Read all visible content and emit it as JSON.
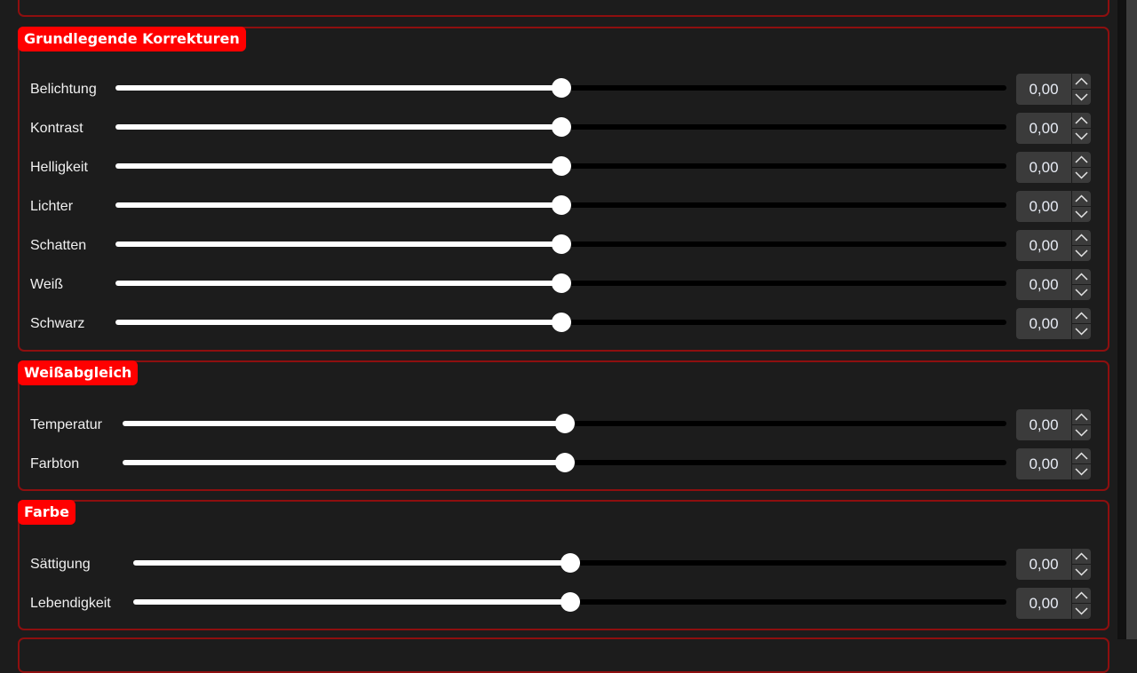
{
  "sections": [
    {
      "title": "Grundlegende Korrekturen",
      "rows": [
        {
          "label": "Belichtung",
          "value": "0,00"
        },
        {
          "label": "Kontrast",
          "value": "0,00"
        },
        {
          "label": "Helligkeit",
          "value": "0,00"
        },
        {
          "label": "Lichter",
          "value": "0,00"
        },
        {
          "label": "Schatten",
          "value": "0,00"
        },
        {
          "label": "Weiß",
          "value": "0,00"
        },
        {
          "label": "Schwarz",
          "value": "0,00"
        }
      ]
    },
    {
      "title": "Weißabgleich",
      "rows": [
        {
          "label": "Temperatur",
          "value": "0,00"
        },
        {
          "label": "Farbton",
          "value": "0,00"
        }
      ]
    },
    {
      "title": "Farbe",
      "rows": [
        {
          "label": "Sättigung",
          "value": "0,00"
        },
        {
          "label": "Lebendigkeit",
          "value": "0,00"
        }
      ]
    }
  ],
  "icons": {
    "spin_up": "chevron-up-icon",
    "spin_down": "chevron-down-icon"
  },
  "colors": {
    "accent": "#ff0000",
    "group_border": "#8e0f0f",
    "background": "#1c1c1c",
    "spin_bg": "#3b3b3b"
  }
}
